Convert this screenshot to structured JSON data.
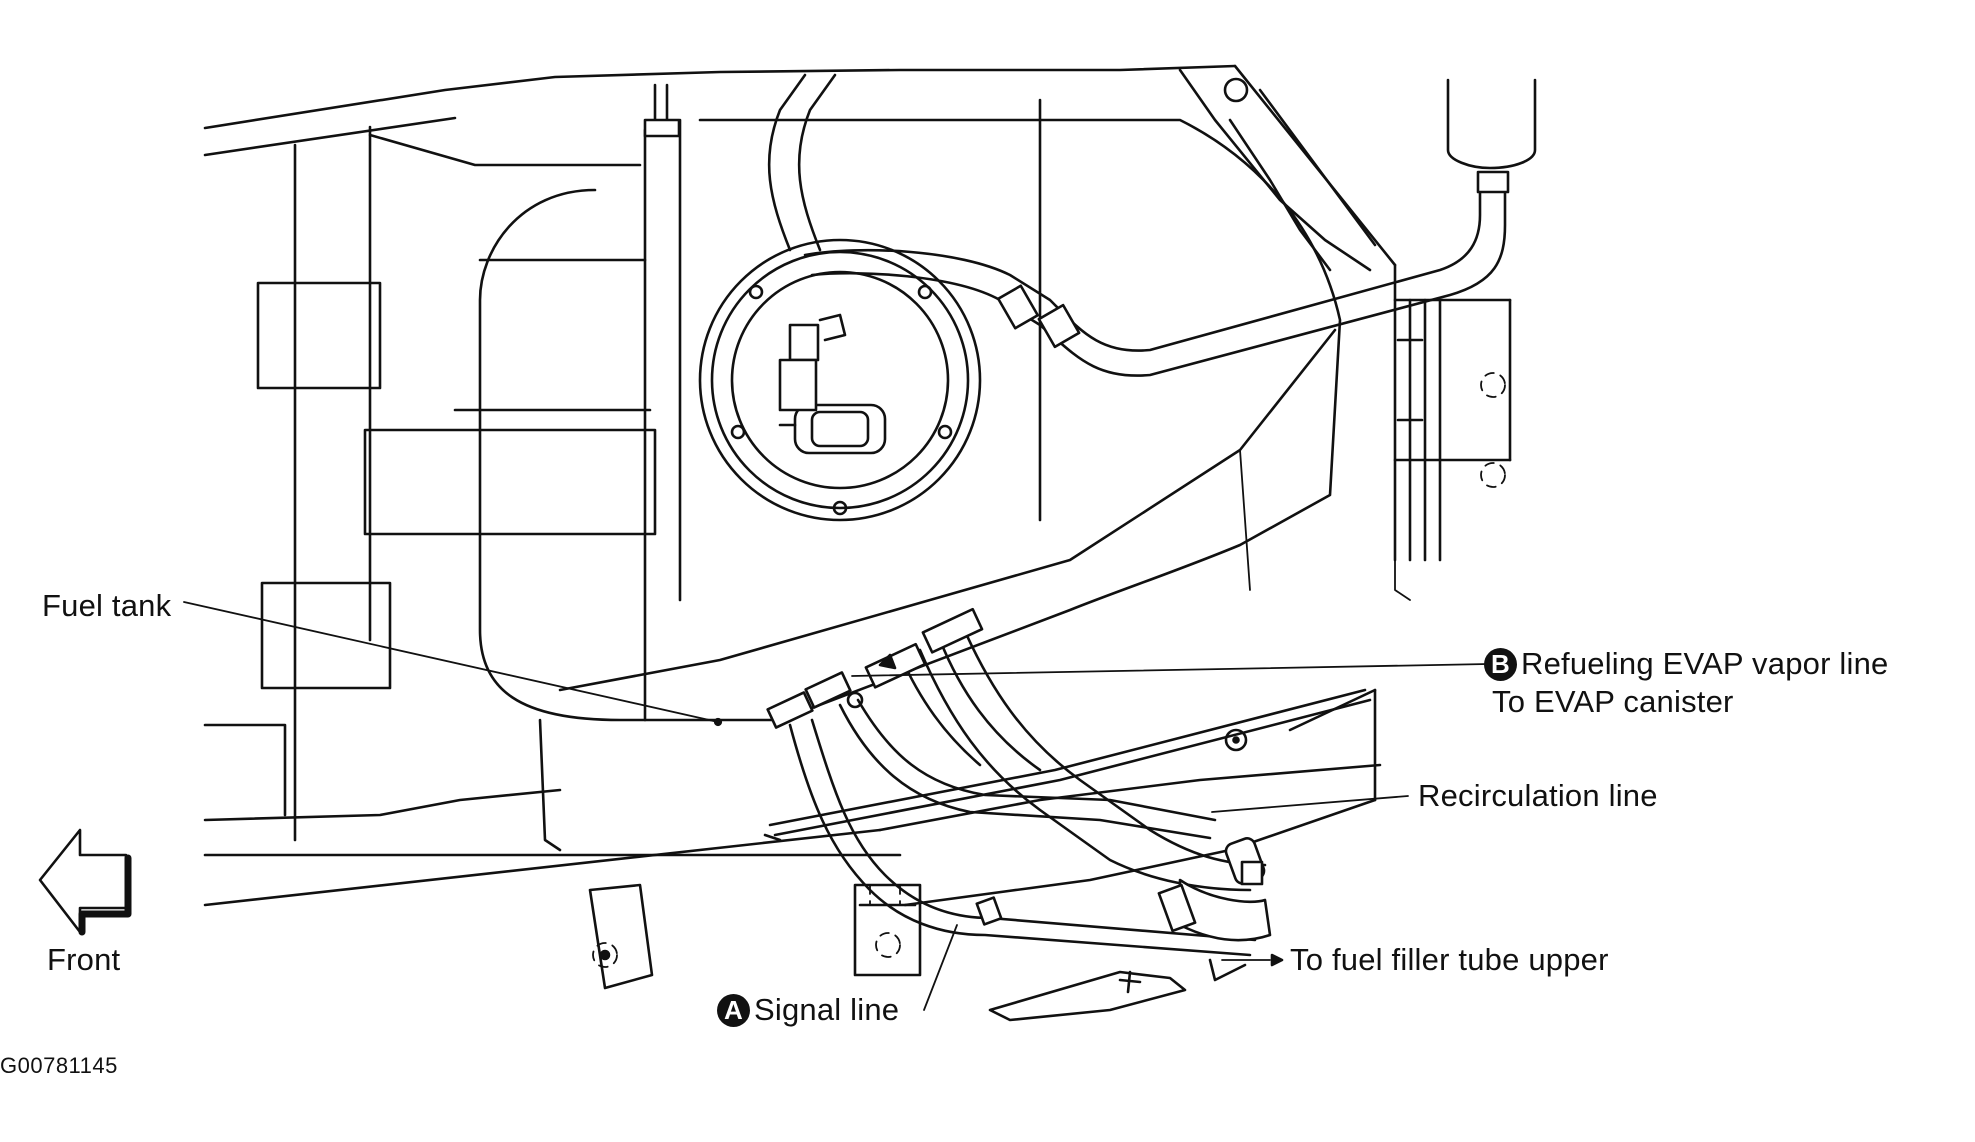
{
  "labels": {
    "fuel_tank": "Fuel tank",
    "front": "Front",
    "refueling_line_badge": "B",
    "refueling_line": "Refueling EVAP vapor line",
    "to_evap_canister": "To EVAP canister",
    "recirculation_line": "Recirculation line",
    "filler_tube": "To fuel filler tube upper",
    "signal_line_badge": "A",
    "signal_line": "Signal line"
  },
  "figure_id": "G00781145",
  "colors": {
    "ink": "#111111",
    "paper": "#ffffff"
  },
  "icons": {
    "direction_arrow": "left-arrow-icon",
    "callout_badge": "circled-letter-icon"
  }
}
